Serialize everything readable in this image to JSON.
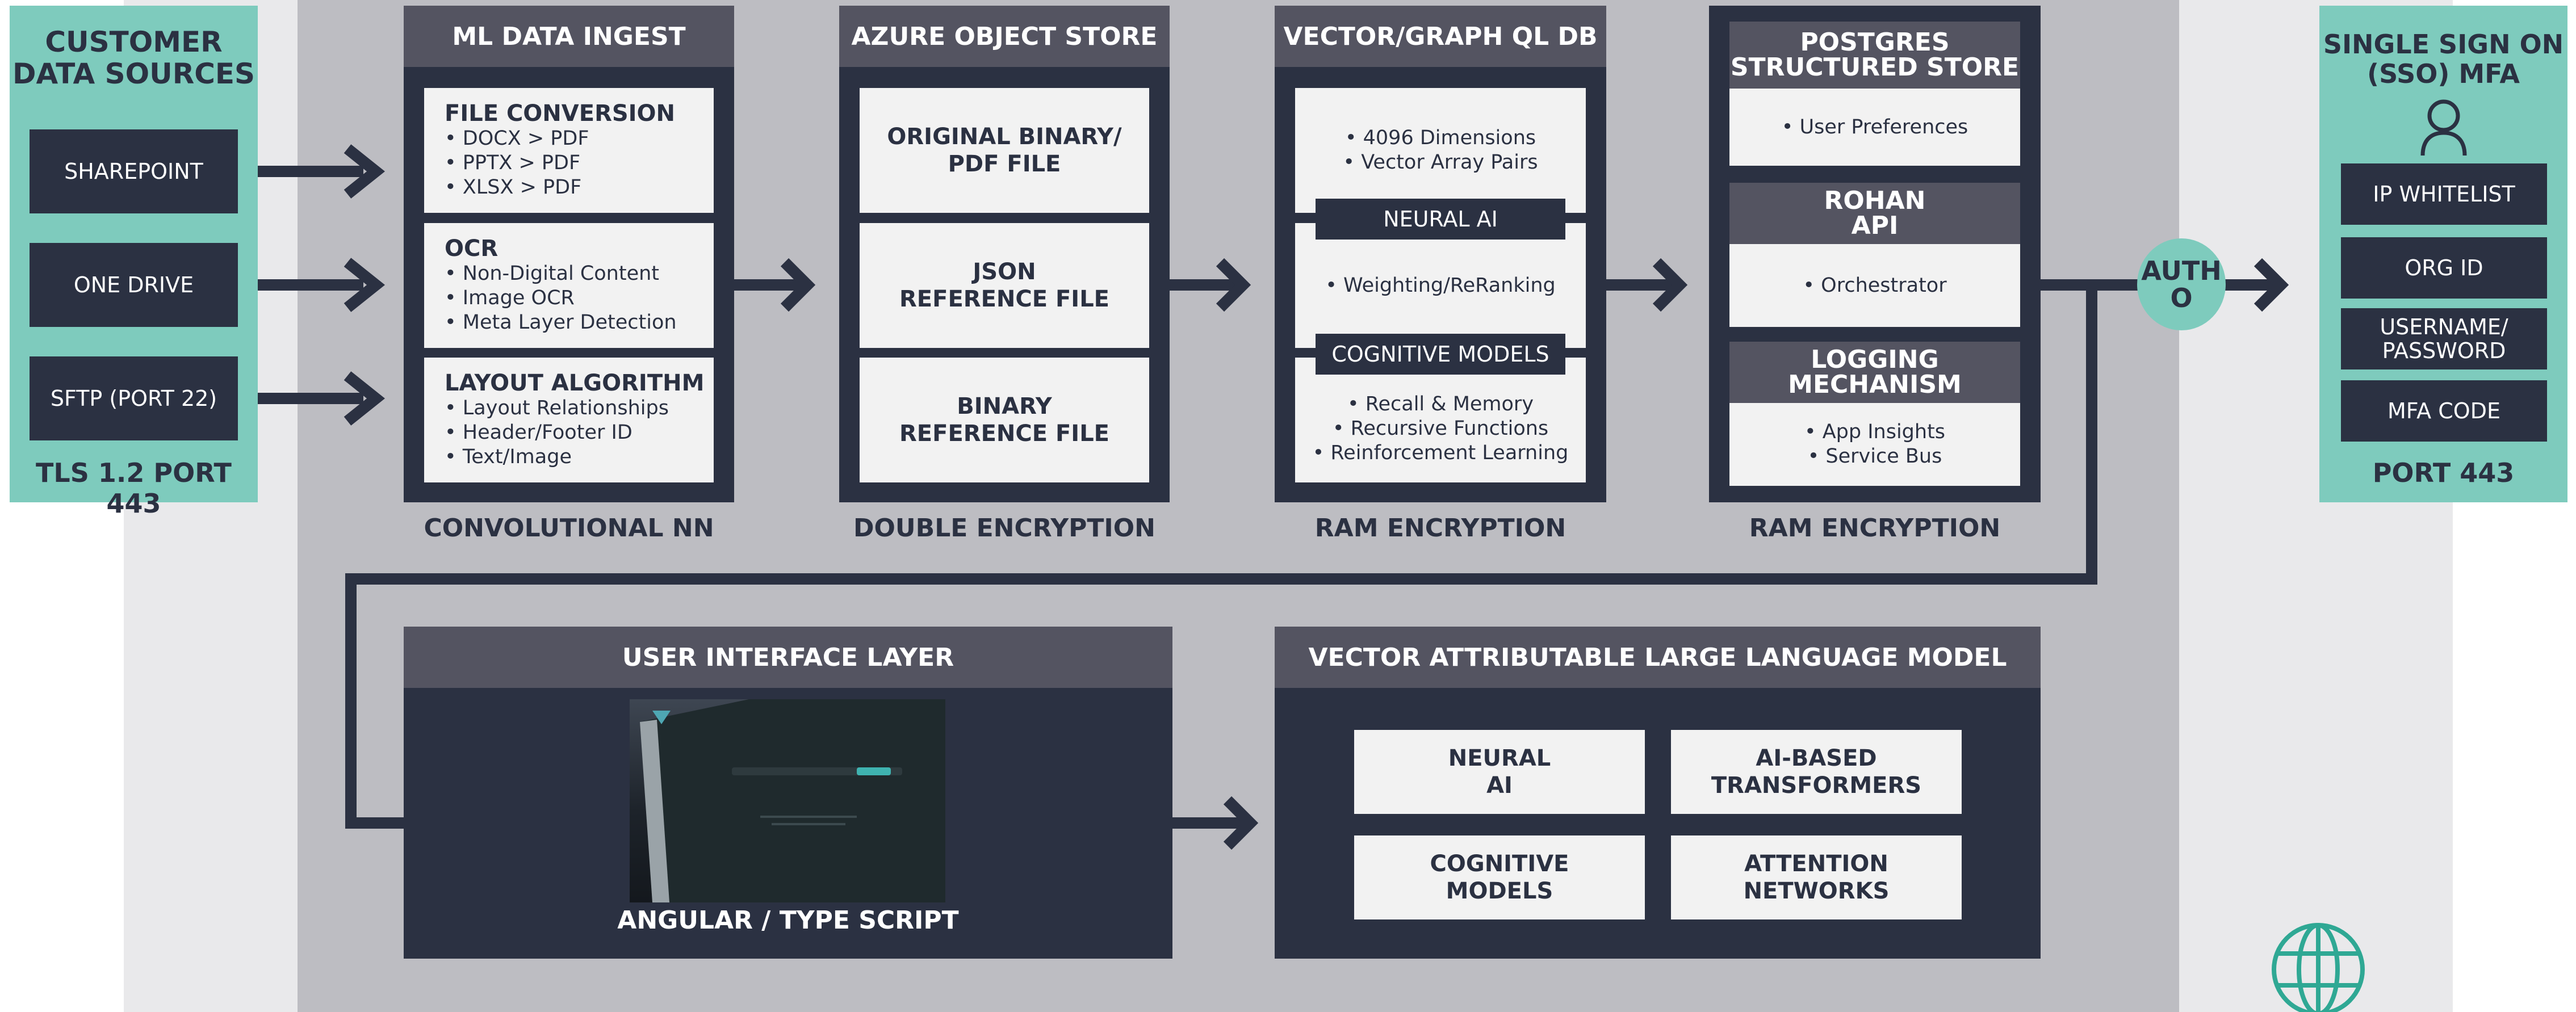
{
  "colors": {
    "navy": "#2b3142",
    "slate_header": "#545461",
    "teal": "#7ecbbd",
    "card": "#f2f2f2",
    "mid_band": "#bdbdc2",
    "light_band": "#e9e9eb"
  },
  "left_panel": {
    "title": "CUSTOMER\nDATA SOURCES",
    "sources": [
      "SHAREPOINT",
      "ONE DRIVE",
      "SFTP (PORT 22)"
    ],
    "footer": "TLS 1.2 PORT 443"
  },
  "ingest": {
    "header": "ML DATA INGEST",
    "sections": [
      {
        "title": "FILE CONVERSION",
        "bullets": [
          "DOCX > PDF",
          "PPTX > PDF",
          "XLSX > PDF"
        ]
      },
      {
        "title": "OCR",
        "bullets": [
          "Non-Digital Content",
          "Image OCR",
          "Meta Layer Detection"
        ]
      },
      {
        "title": "LAYOUT ALGORITHM",
        "bullets": [
          "Layout Relationships",
          "Header/Footer ID",
          "Text/Image"
        ]
      }
    ],
    "footer": "CONVOLUTIONAL NN"
  },
  "object_store": {
    "header": "AZURE OBJECT STORE",
    "cards": [
      "ORIGINAL BINARY/\nPDF FILE",
      "JSON\nREFERENCE FILE",
      "BINARY\nREFERENCE FILE"
    ],
    "footer": "DOUBLE ENCRYPTION"
  },
  "vector_db": {
    "header": "VECTOR/GRAPH QL DB",
    "top_bullets": [
      "4096 Dimensions",
      "Vector Array Pairs"
    ],
    "label1": "NEURAL AI",
    "mid_bullets": [
      "Weighting/ReRanking"
    ],
    "label2": "COGNITIVE MODELS",
    "bottom_bullets": [
      "Recall & Memory",
      "Recursive Functions",
      "Reinforcement Learning"
    ],
    "footer": "RAM ENCRYPTION"
  },
  "postgres": {
    "header": "POSTGRES\nSTRUCTURED STORE",
    "bullets1": [
      "User Preferences"
    ],
    "header2": "ROHAN\nAPI",
    "bullets2": [
      "Orchestrator"
    ],
    "header3": "LOGGING\nMECHANISM",
    "bullets3": [
      "App Insights",
      "Service Bus"
    ],
    "footer": "RAM ENCRYPTION"
  },
  "auth": {
    "label": "AUTH\nO"
  },
  "sso": {
    "title": "SINGLE SIGN ON\n(SSO) MFA",
    "icon": "user-icon",
    "items": [
      "IP WHITELIST",
      "ORG ID",
      "USERNAME/\nPASSWORD",
      "MFA CODE"
    ],
    "footer": "PORT 443"
  },
  "ui_layer": {
    "header": "USER INTERFACE LAYER",
    "footer": "ANGULAR / TYPE SCRIPT"
  },
  "llm": {
    "header": "VECTOR ATTRIBUTABLE LARGE LANGUAGE MODEL",
    "cards": [
      "NEURAL\nAI",
      "AI-BASED\nTRANSFORMERS",
      "COGNITIVE\nMODELS",
      "ATTENTION\nNETWORKS"
    ]
  },
  "globe": {
    "icon": "globe-icon"
  }
}
